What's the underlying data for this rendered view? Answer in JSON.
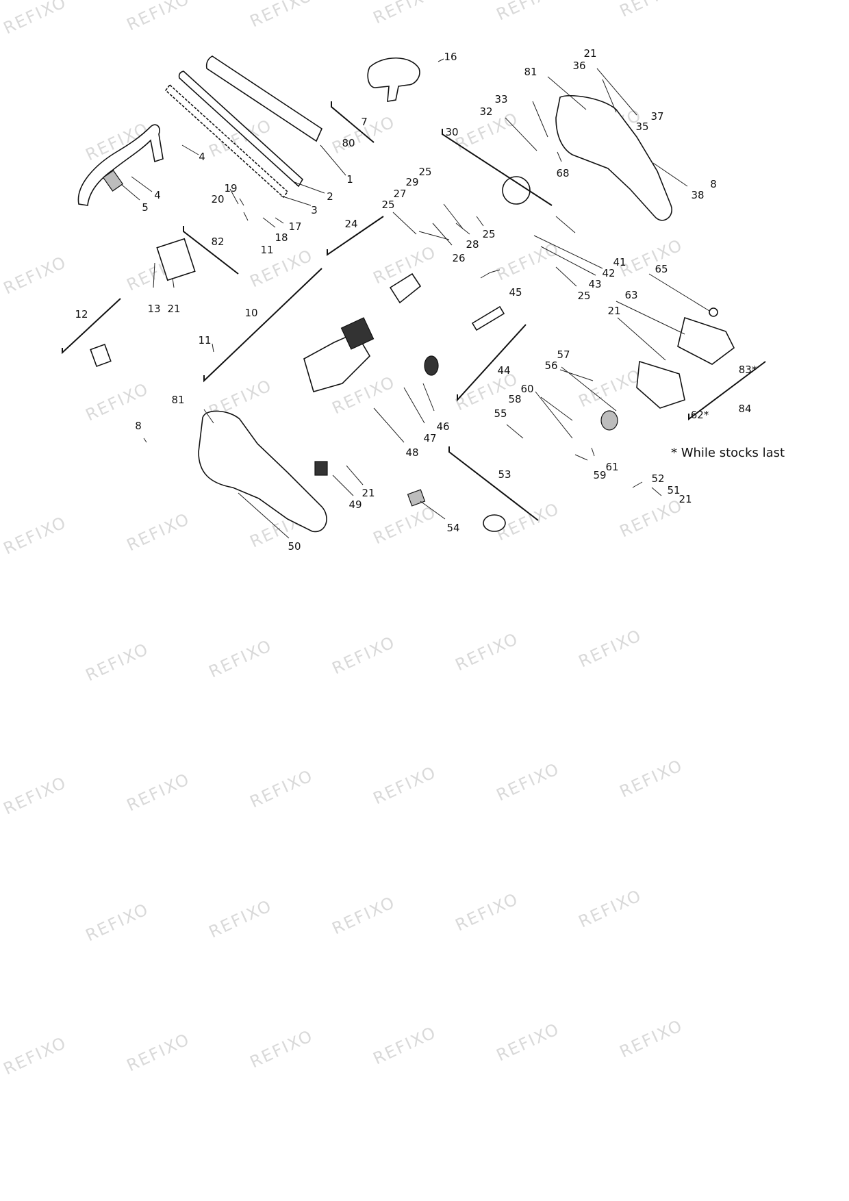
{
  "watermark": "REFIXO",
  "note": "* While stocks last",
  "labels": {
    "p1": "1",
    "p2": "2",
    "p3": "3",
    "p4a": "4",
    "p4b": "4",
    "p5": "5",
    "p7": "7",
    "p8a": "8",
    "p8b": "8",
    "p10": "10",
    "p11a": "11",
    "p11b": "11",
    "p12": "12",
    "p13": "13",
    "p16": "16",
    "p17": "17",
    "p18": "18",
    "p19": "19",
    "p20": "20",
    "p21a": "21",
    "p21b": "21",
    "p21c": "21",
    "p21d": "21",
    "p21e": "21",
    "p24": "24",
    "p25a": "25",
    "p25b": "25",
    "p25c": "25",
    "p25d": "25",
    "p26": "26",
    "p27": "27",
    "p28": "28",
    "p29": "29",
    "p30": "30",
    "p32": "32",
    "p33": "33",
    "p35": "35",
    "p36": "36",
    "p37": "37",
    "p38": "38",
    "p41": "41",
    "p42": "42",
    "p43": "43",
    "p44": "44",
    "p45": "45",
    "p46": "46",
    "p47": "47",
    "p48": "48",
    "p49": "49",
    "p50": "50",
    "p51": "51",
    "p52": "52",
    "p53": "53",
    "p54": "54",
    "p55": "55",
    "p56": "56",
    "p57": "57",
    "p58": "58",
    "p59": "59",
    "p60": "60",
    "p61": "61",
    "p62": "62*",
    "p63": "63",
    "p65": "65",
    "p68": "68",
    "p80": "80",
    "p81a": "81",
    "p81b": "81",
    "p82": "82",
    "p83": "83*",
    "p84": "84"
  }
}
